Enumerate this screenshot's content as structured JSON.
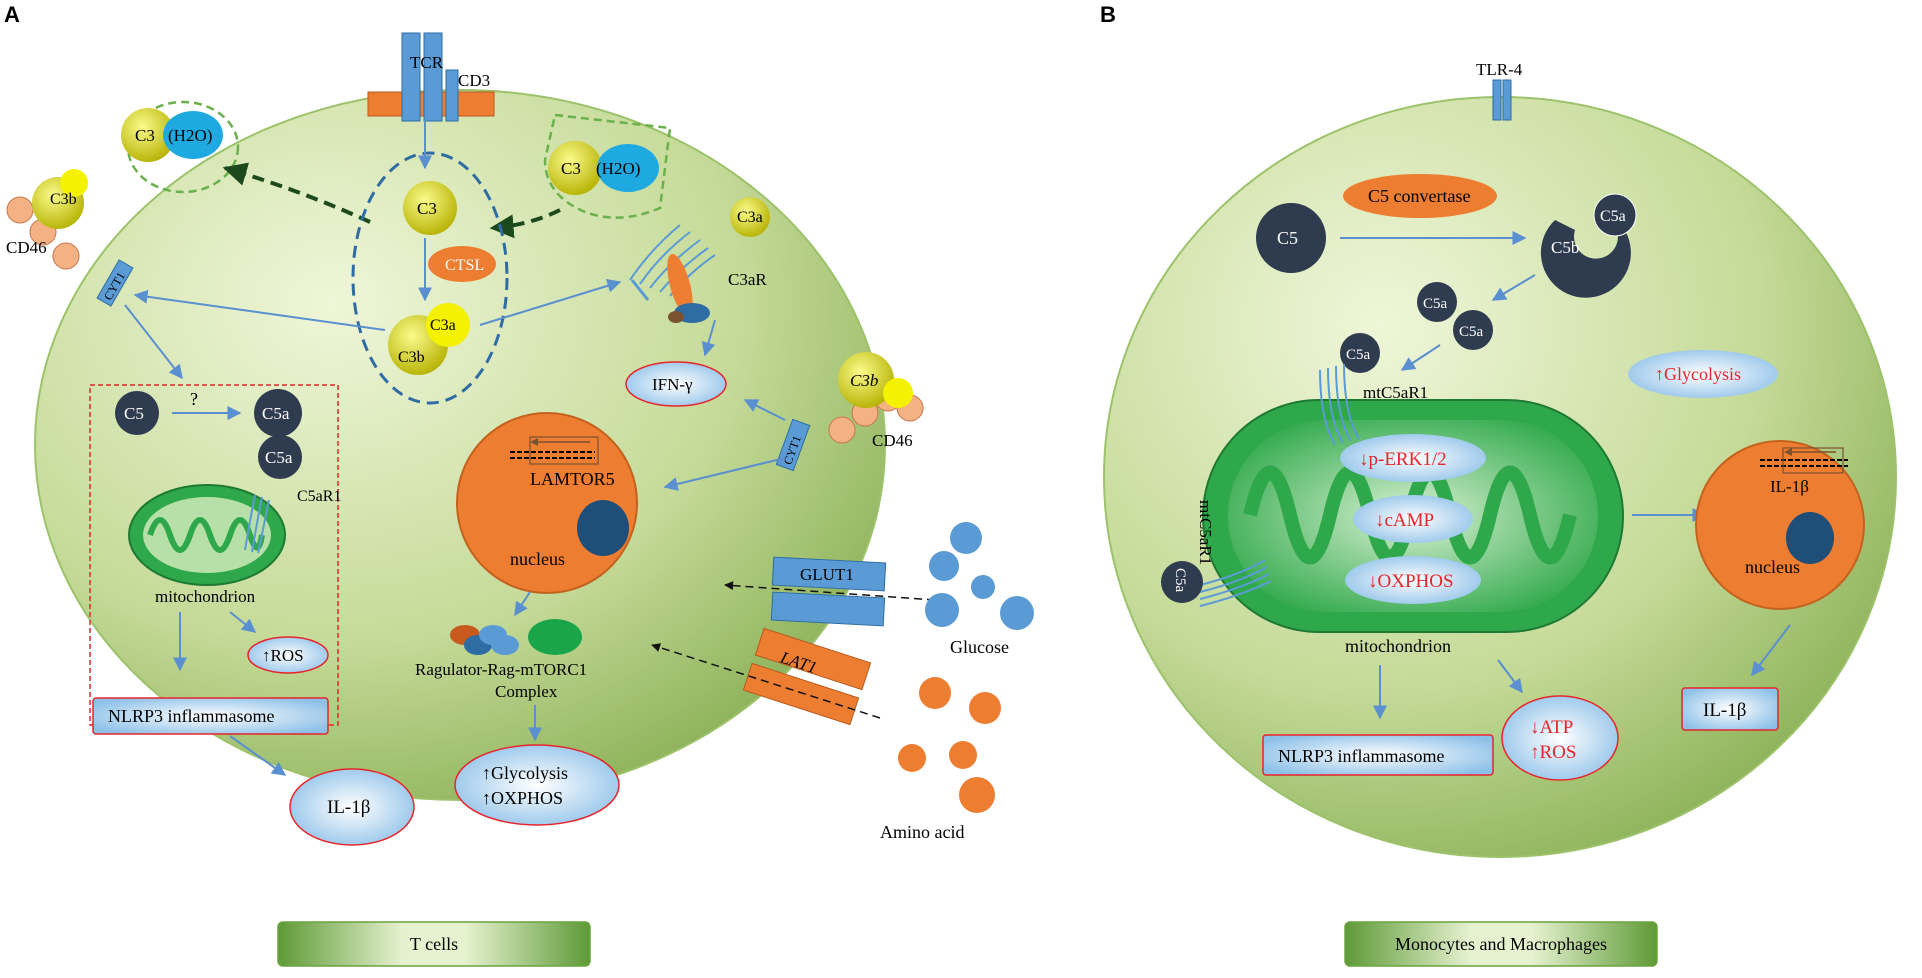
{
  "panel_a": {
    "letter": "A",
    "receptor_tcr": "TCR",
    "receptor_cd3": "CD3",
    "c3": "C3",
    "h2o": "H2O",
    "c3_inner": "C3",
    "ctsl": "CTSL",
    "c3a": "C3a",
    "c3b": "C3b",
    "c3ar": "C3aR",
    "cd46": "CD46",
    "cyt1": "CYT1",
    "c5": "C5",
    "question": "?",
    "c5a": "C5a",
    "c5ar1": "C5aR1",
    "mitochondrion": "mitochondrion",
    "ros": "↑ROS",
    "nlrp3": "NLRP3 inflammasome",
    "il1b": "IL-1β",
    "ifng": "IFN-γ",
    "lamtor5": "LAMTOR5",
    "nucleus": "nucleus",
    "complex_line1": "Ragulator-Rag-mTORC1",
    "complex_line2": "Complex",
    "glycolysis": "↑Glycolysis",
    "oxphos": "↑OXPHOS",
    "glut1": "GLUT1",
    "lat1": "LAT1",
    "glucose": "Glucose",
    "amino_acid": "Amino acid",
    "cell_label": "T cells"
  },
  "panel_b": {
    "letter": "B",
    "tlr4": "TLR-4",
    "c5_convertase": "C5 convertase",
    "c5": "C5",
    "c5a": "C5a",
    "c5b": "C5b",
    "mtc5ar1": "mtC5aR1",
    "glycolysis": "↑Glycolysis",
    "perk": "↓p-ERK1/2",
    "camp": "↓cAMP",
    "oxphos": "↓OXPHOS",
    "mitochondrion": "mitochondrion",
    "il1b": "IL-1β",
    "nucleus": "nucleus",
    "nlrp3": "NLRP3 inflammasome",
    "atp": "↓ATP",
    "ros": "↑ROS",
    "cell_label": "Monocytes and Macrophages"
  },
  "colors": {
    "cell_fill_light": "#eaf2cf",
    "cell_fill_dark": "#8fb25a",
    "arrow_blue": "#5a8fd0",
    "receptor_blue": "#5b9bd5",
    "orange": "#ed7d31",
    "navy": "#2f3c4f",
    "yellow": "#e3e000",
    "cyan": "#1fa9e1",
    "red_text": "#e8242a",
    "mito_green": "#2eaa4a"
  }
}
